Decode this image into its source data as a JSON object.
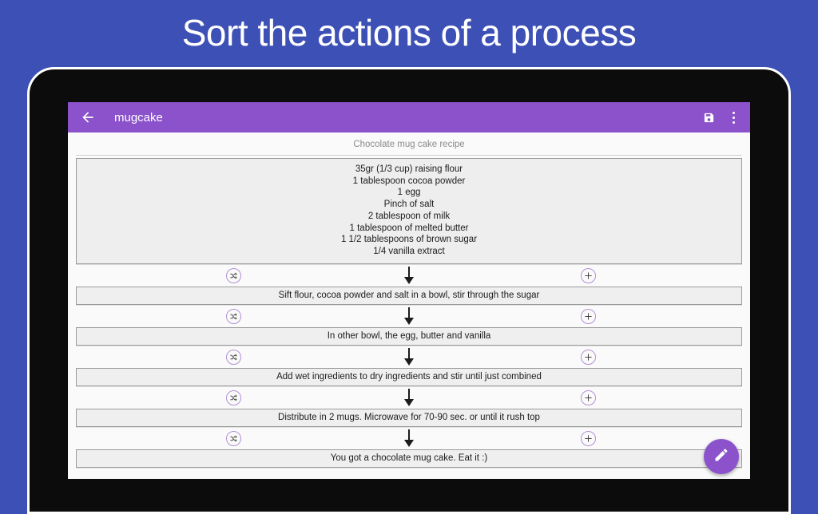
{
  "promo": {
    "title": "Sort the actions of a process",
    "background_color": "#3d50b5"
  },
  "app": {
    "accent_color": "#8b52cc",
    "appbar": {
      "back_icon": "back-arrow-icon",
      "title": "mugcake",
      "save_icon": "save-icon",
      "overflow_icon": "overflow-menu-icon"
    },
    "document": {
      "title": "Chocolate mug cake recipe",
      "ingredients": [
        "35gr (1/3 cup) raising flour",
        "1 tablespoon cocoa powder",
        "1 egg",
        "Pinch of salt",
        "2 tablespoon of milk",
        "1 tablespoon of melted butter",
        "1 1/2 tablespoons of brown sugar",
        "1/4 vanilla extract"
      ],
      "steps": [
        "Sift flour, cocoa powder and salt in a bowl, stir through the sugar",
        "In other bowl, the egg, butter and vanilla",
        "Add wet ingredients to dry ingredients and stir until just combined",
        "Distribute in 2 mugs. Microwave for 70-90 sec. or until it rush top",
        "You got a chocolate mug cake. Eat it :)"
      ],
      "connector_icons": {
        "shuffle": "shuffle-icon",
        "add": "add-circle-icon",
        "arrow": "down-arrow-icon"
      }
    },
    "fab": {
      "icon": "edit-pencil-icon"
    }
  }
}
